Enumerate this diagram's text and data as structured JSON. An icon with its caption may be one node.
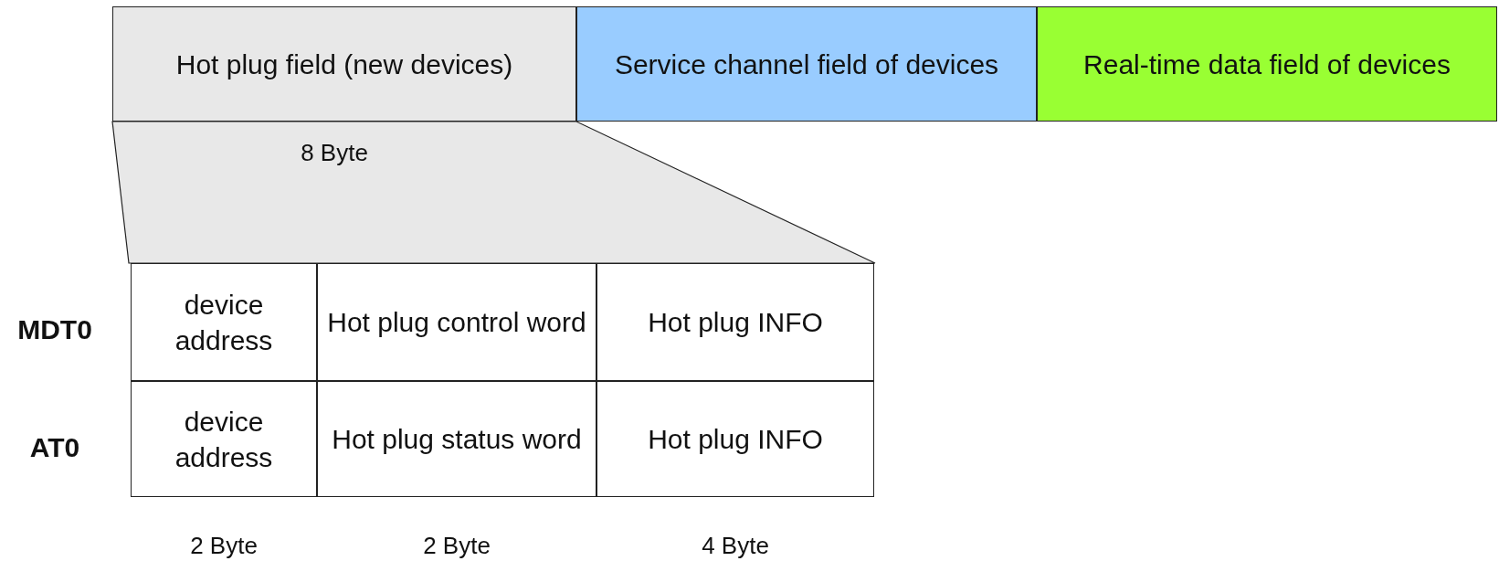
{
  "diagram": {
    "nodes": [
      {
        "text": [
          "Hot plug field (new devices)"
        ]
      },
      {
        "text": [
          "Service channel field of devices"
        ]
      },
      {
        "text": [
          "Real-time data field of devices"
        ]
      },
      {
        "text": [
          "device address"
        ]
      },
      {
        "text": [
          "Hot plug control word"
        ]
      },
      {
        "text": [
          "Hot plug INFO"
        ]
      },
      {
        "text": [
          "device address"
        ]
      },
      {
        "text": [
          "Hot plug status word"
        ]
      },
      {
        "text": [
          "Hot plug INFO"
        ]
      }
    ],
    "edges": [],
    "labels": [
      "8 Byte",
      "MDT0",
      "AT0",
      "2 Byte",
      "2 Byte",
      "4 Byte"
    ]
  }
}
